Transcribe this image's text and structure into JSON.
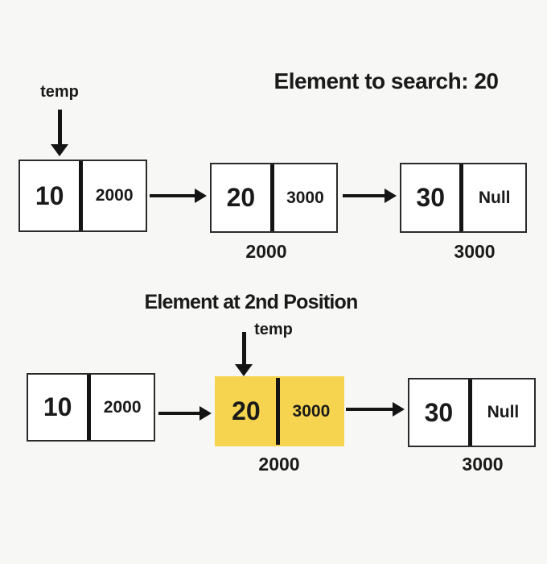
{
  "colors": {
    "background": "#f7f7f5",
    "node_background": "#ffffff",
    "highlight": "#f6d44f",
    "ink": "#1a1a1a"
  },
  "top_section": {
    "title": "Element to search: 20",
    "temp_label": "temp",
    "temp_points_to_node": 1,
    "nodes": [
      {
        "value": "10",
        "next": "2000"
      },
      {
        "value": "20",
        "next": "3000",
        "address_below": "2000"
      },
      {
        "value": "30",
        "next": "Null",
        "address_below": "3000"
      }
    ]
  },
  "bottom_section": {
    "title": "Element at 2nd Position",
    "temp_label": "temp",
    "temp_points_to_node": 2,
    "nodes": [
      {
        "value": "10",
        "next": "2000"
      },
      {
        "value": "20",
        "next": "3000",
        "address_below": "2000",
        "highlighted": true
      },
      {
        "value": "30",
        "next": "Null",
        "address_below": "3000"
      }
    ]
  }
}
